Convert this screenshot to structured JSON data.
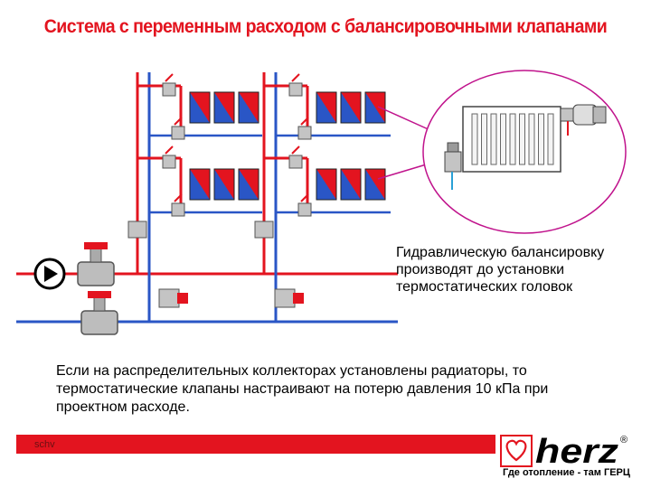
{
  "title": "Система с переменным расходом с балансировочными клапанами",
  "note": "Гидравлическую балансировку производят до установки термостатических головок",
  "body_text": "Если на распределительных коллекторах установлены радиаторы, то термостатические клапаны настраивают на потерю давления 10 кПа при проектном расходе.",
  "footer": {
    "label": "schv",
    "slogan": "Где отопление - там ГЕРЦ"
  },
  "logo": {
    "brand": "herz",
    "registered_mark": "®"
  },
  "colors": {
    "supply": "#e3141f",
    "return": "#2a56c6",
    "zoom_circle": "#c0138c",
    "valve": "#9a9a9a"
  }
}
